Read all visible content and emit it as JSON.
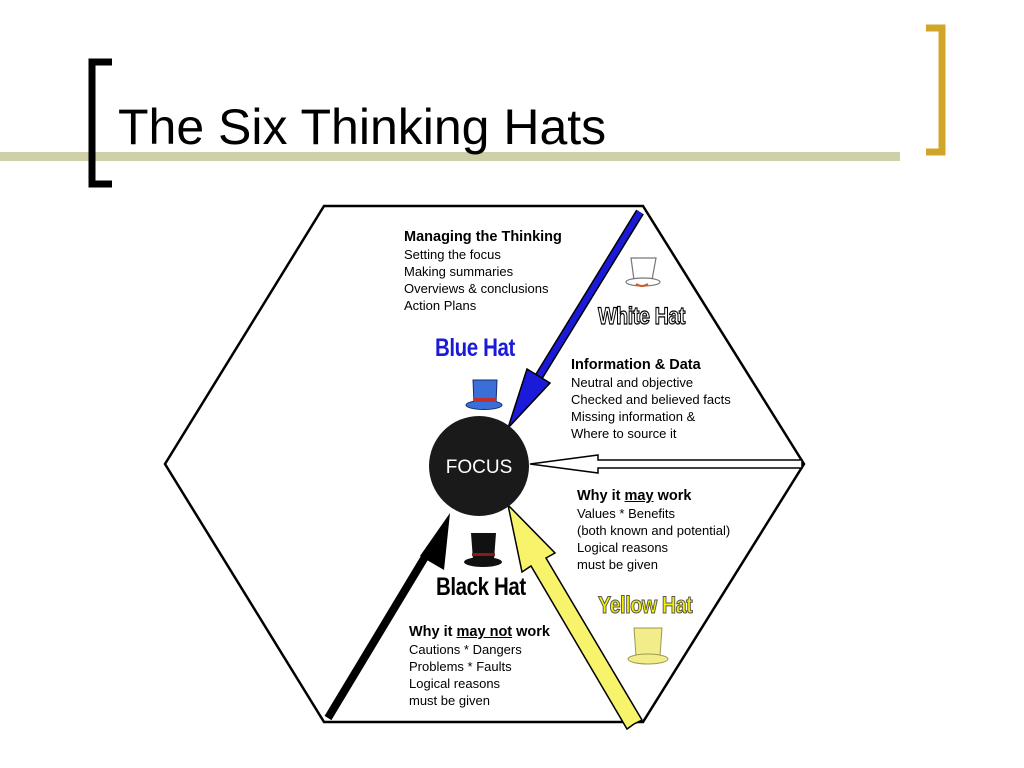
{
  "title": "The Six Thinking Hats",
  "colors": {
    "bracket_left": "#000000",
    "bracket_right": "#d1a42a",
    "title_band": "#c8c8a0",
    "blue_hat": "#1a1ad8",
    "yellow_hat": "#f4f000",
    "focus": "#1a1a1a"
  },
  "focus": {
    "label": "FOCUS"
  },
  "hats": {
    "blue": {
      "name": "Blue Hat",
      "icon": "blue-hat-icon"
    },
    "white": {
      "name": "White Hat",
      "icon": "white-hat-icon"
    },
    "black": {
      "name": "Black Hat",
      "icon": "black-hat-icon"
    },
    "yellow": {
      "name": "Yellow Hat",
      "icon": "yellow-hat-icon"
    }
  },
  "blocks": {
    "managing": {
      "heading": "Managing the Thinking",
      "lines": [
        "Setting the focus",
        "Making summaries",
        "Overviews & conclusions",
        "Action Plans"
      ]
    },
    "information": {
      "heading": "Information & Data",
      "lines": [
        "Neutral and objective",
        "Checked and believed facts",
        "Missing information &",
        "Where to source it"
      ]
    },
    "benefits": {
      "heading_pre": "Why it ",
      "heading_em": "may",
      "heading_post": " work",
      "lines": [
        "Values * Benefits",
        "(both known and potential)",
        "Logical reasons",
        "must be given"
      ]
    },
    "cautions": {
      "heading_pre": "Why it ",
      "heading_em": "may not",
      "heading_post": " work",
      "lines": [
        "Cautions * Dangers",
        "Problems * Faults",
        "Logical reasons",
        "must be given"
      ]
    }
  }
}
